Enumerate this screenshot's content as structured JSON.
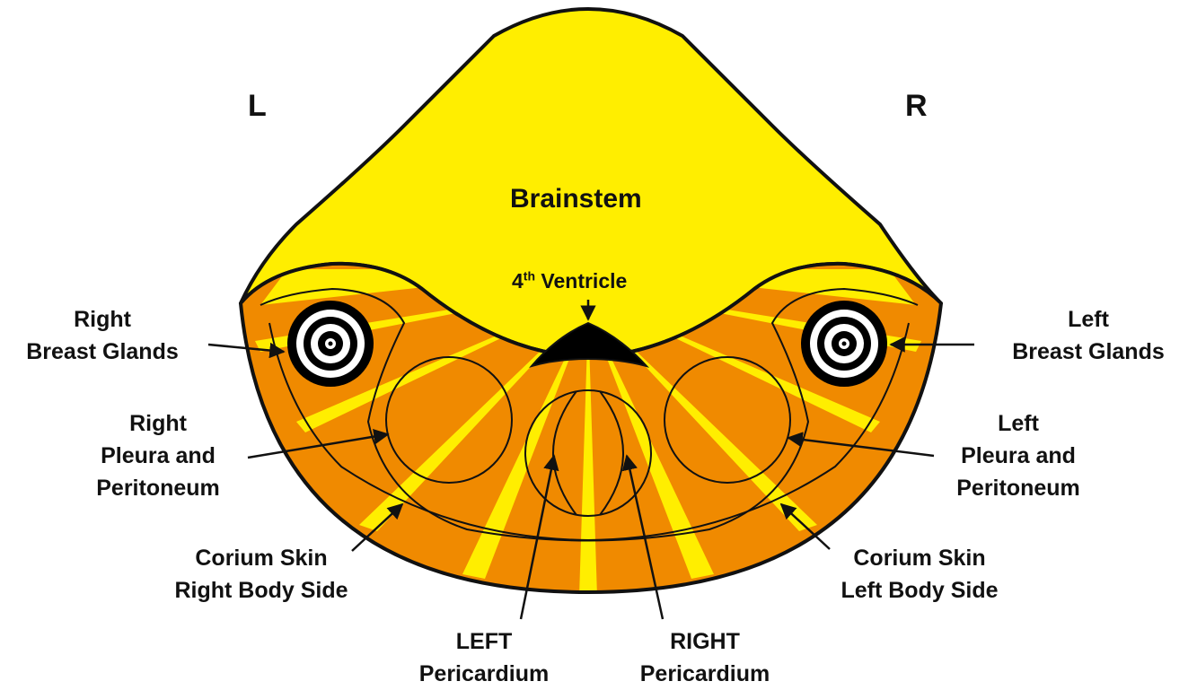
{
  "colors": {
    "brainstem": "#ffee00",
    "body": "#f08a00",
    "stripe": "#ffee00",
    "outline": "#111111",
    "ventricle": "#000000",
    "background": "#ffffff"
  },
  "labels": {
    "left_marker": "L",
    "right_marker": "R",
    "brainstem": "Brainstem",
    "ventricle_num": "4",
    "ventricle_sup": "th",
    "ventricle_rest": " Ventricle",
    "right_breast": [
      "Right",
      "Breast Glands"
    ],
    "left_breast": [
      "Left",
      "Breast Glands"
    ],
    "right_pleura": [
      "Right",
      "Pleura and",
      "Peritoneum"
    ],
    "left_pleura": [
      "Left",
      "Pleura and",
      "Peritoneum"
    ],
    "right_corium": [
      "Corium Skin",
      "Right Body Side"
    ],
    "left_corium": [
      "Corium Skin",
      "Left Body Side"
    ],
    "left_pericardium": [
      "LEFT",
      "Pericardium"
    ],
    "right_pericardium": [
      "RIGHT",
      "Pericardium"
    ]
  },
  "icons": [
    "target-icon"
  ]
}
